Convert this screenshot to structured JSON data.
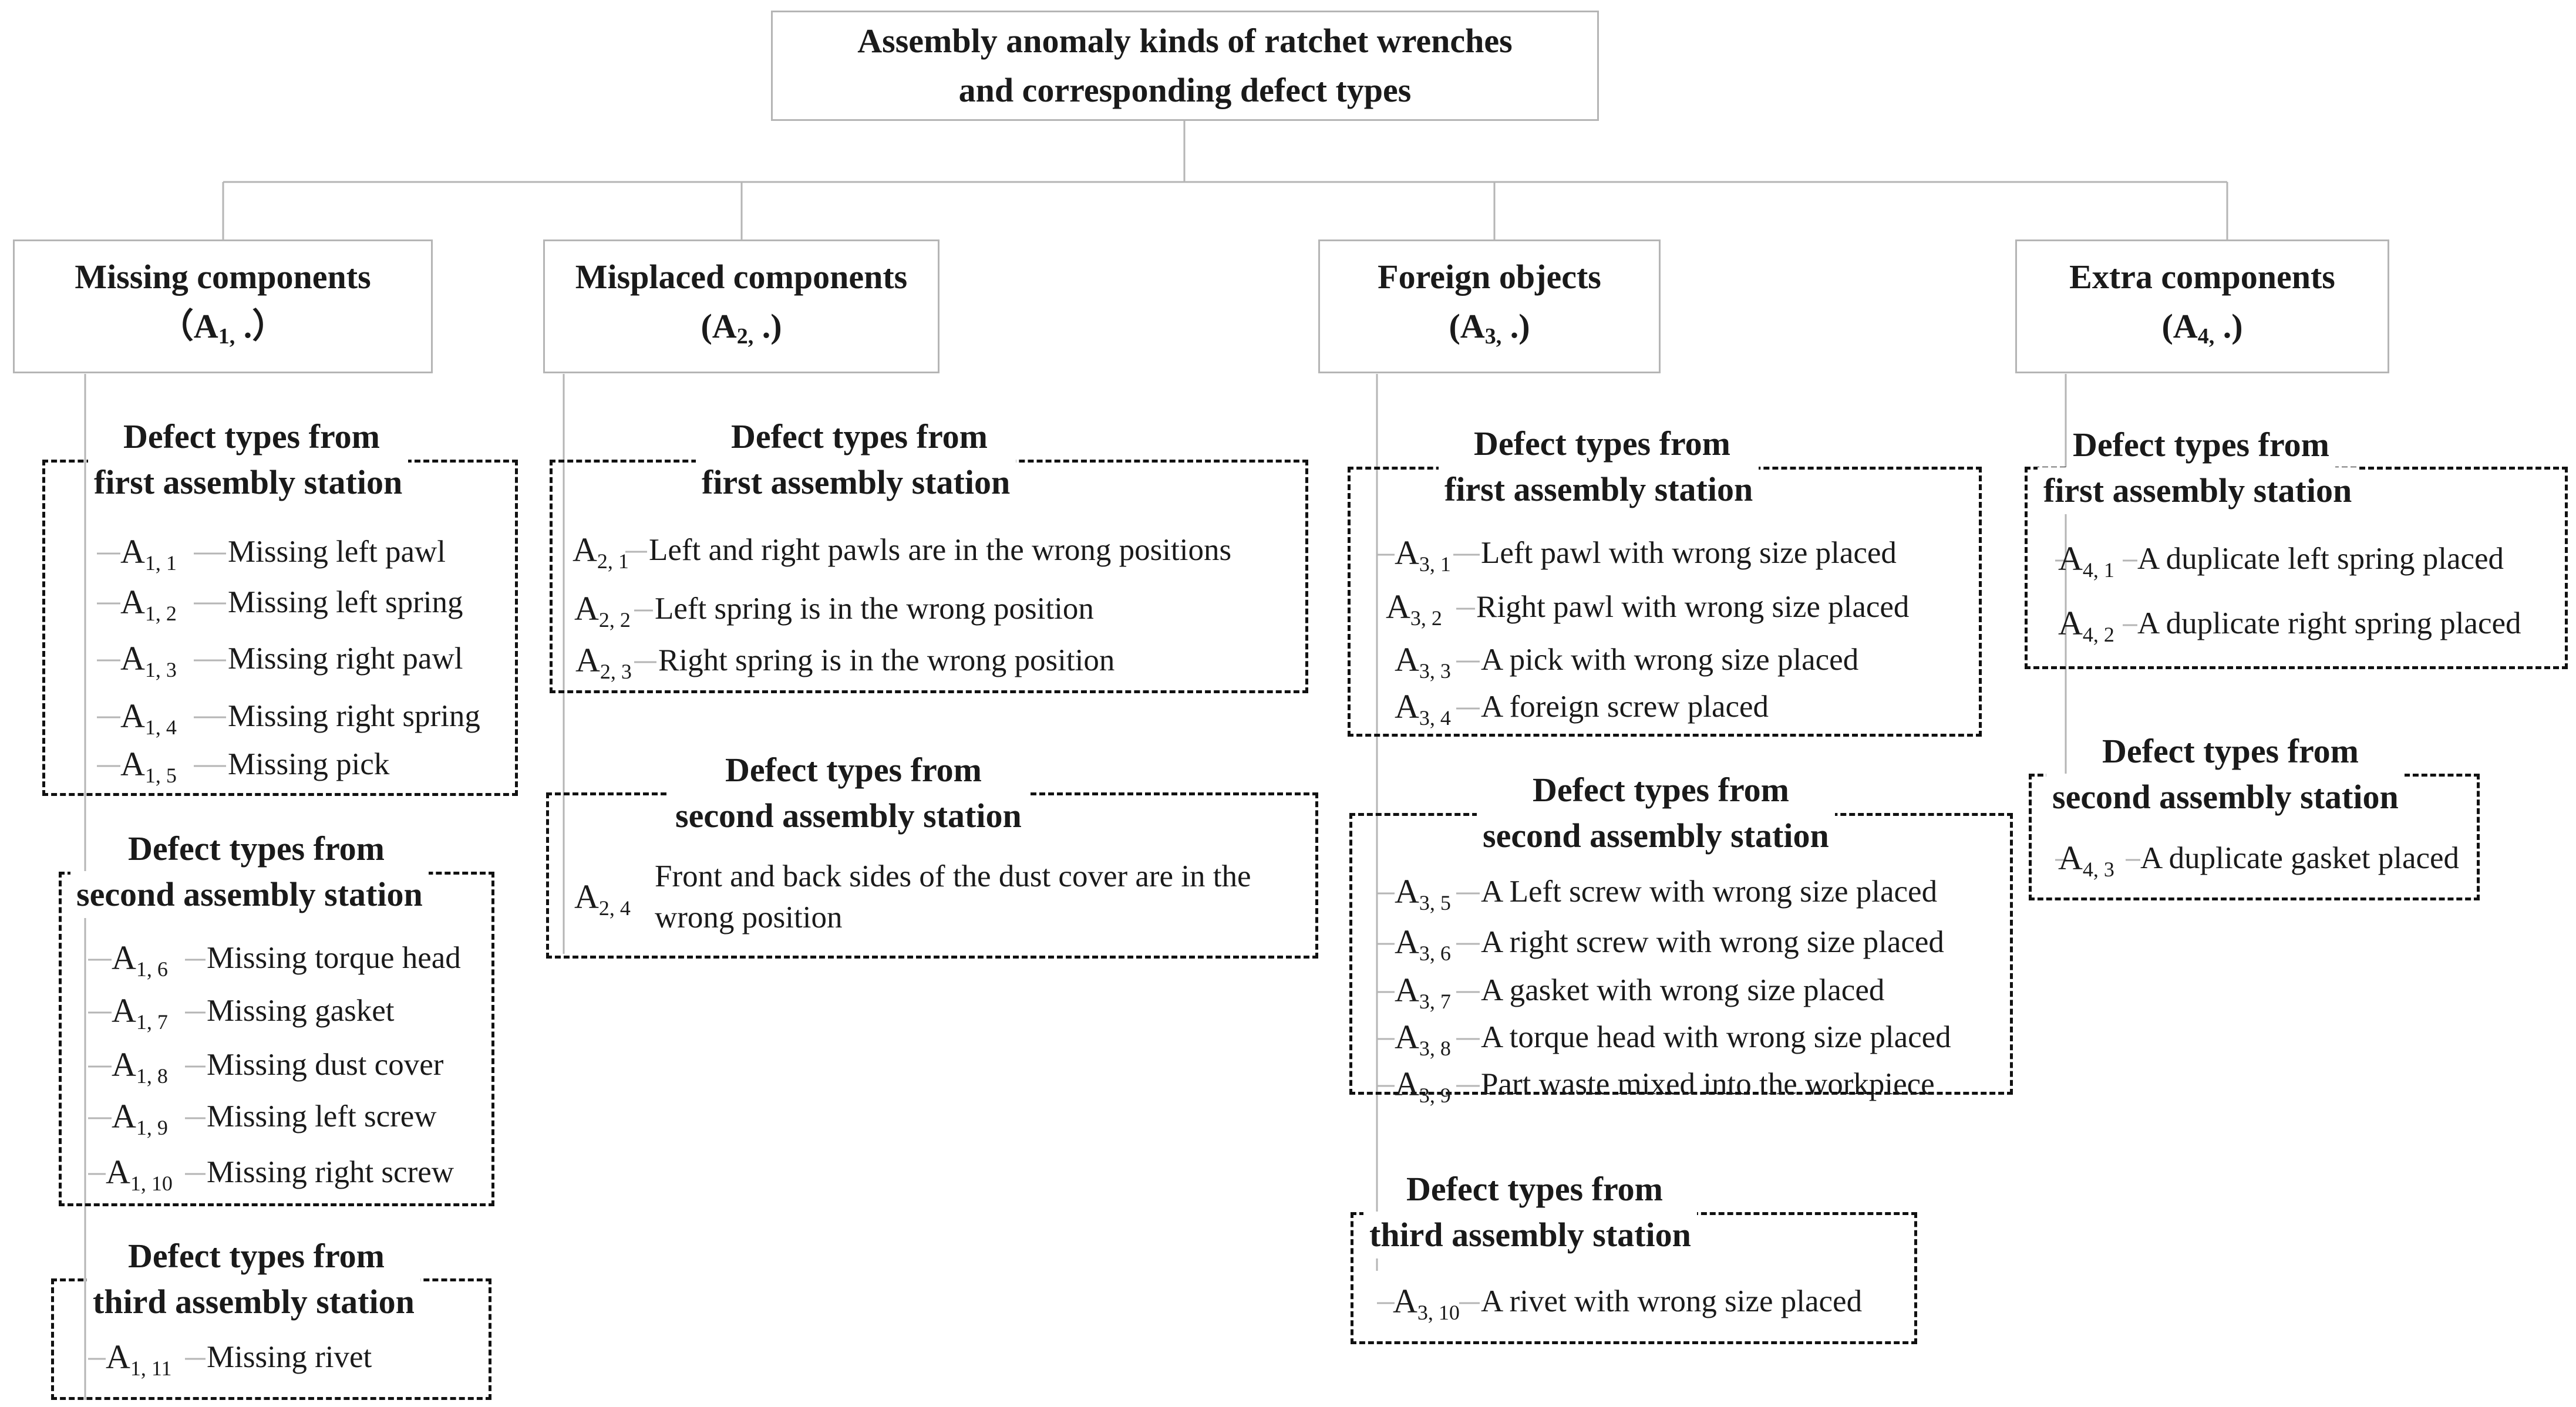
{
  "root": {
    "line1": "Assembly anomaly kinds of ratchet wrenches",
    "line2": "and corresponding defect types"
  },
  "categories": [
    {
      "name": "Missing components",
      "code_pre": "（A",
      "code_sub": "1,",
      "code_post": " .）"
    },
    {
      "name": "Misplaced components",
      "code_pre": "(A",
      "code_sub": "2,",
      "code_post": " .)"
    },
    {
      "name": "Foreign objects",
      "code_pre": "(A",
      "code_sub": "3,",
      "code_post": " .)"
    },
    {
      "name": "Extra components",
      "code_pre": "(A",
      "code_sub": "4,",
      "code_post": " .)"
    }
  ],
  "stations": [
    {
      "line1": "Defect types from",
      "line2": "first assembly station"
    },
    {
      "line1": "Defect types from",
      "line2": "second assembly station"
    },
    {
      "line1": "Defect types from",
      "line2": "third assembly station"
    }
  ],
  "defects": {
    "a1": [
      {
        "code": "A",
        "sub": "1, 1",
        "text": "Missing left pawl"
      },
      {
        "code": "A",
        "sub": "1, 2",
        "text": "Missing left spring"
      },
      {
        "code": "A",
        "sub": "1, 3",
        "text": "Missing right pawl"
      },
      {
        "code": "A",
        "sub": "1, 4",
        "text": "Missing right spring"
      },
      {
        "code": "A",
        "sub": "1, 5",
        "text": "Missing pick"
      },
      {
        "code": "A",
        "sub": "1, 6",
        "text": "Missing torque head"
      },
      {
        "code": "A",
        "sub": "1, 7",
        "text": "Missing gasket"
      },
      {
        "code": "A",
        "sub": "1, 8",
        "text": "Missing dust cover"
      },
      {
        "code": "A",
        "sub": "1, 9",
        "text": "Missing left screw"
      },
      {
        "code": "A",
        "sub": "1, 10",
        "text": "Missing right screw"
      },
      {
        "code": "A",
        "sub": "1, 11",
        "text": "Missing rivet"
      }
    ],
    "a2": [
      {
        "code": "A",
        "sub": "2, 1",
        "text": "Left and right pawls are in the wrong positions"
      },
      {
        "code": "A",
        "sub": "2, 2",
        "text": "Left spring is in the wrong position"
      },
      {
        "code": "A",
        "sub": "2, 3",
        "text": "Right spring is in the wrong position"
      },
      {
        "code": "A",
        "sub": "2, 4",
        "text": "Front and back sides of the dust cover are in the wrong position"
      }
    ],
    "a3": [
      {
        "code": "A",
        "sub": "3, 1",
        "text": "Left pawl with wrong size placed"
      },
      {
        "code": "A",
        "sub": "3, 2",
        "text": "Right pawl with wrong size placed"
      },
      {
        "code": "A",
        "sub": "3, 3",
        "text": "A pick with wrong size placed"
      },
      {
        "code": "A",
        "sub": "3, 4",
        "text": "A foreign screw placed"
      },
      {
        "code": "A",
        "sub": "3, 5",
        "text": "A Left screw with wrong size placed"
      },
      {
        "code": "A",
        "sub": "3, 6",
        "text": "A right screw with wrong size placed"
      },
      {
        "code": "A",
        "sub": "3, 7",
        "text": "A gasket with wrong size placed"
      },
      {
        "code": "A",
        "sub": "3, 8",
        "text": "A torque head with wrong size placed"
      },
      {
        "code": "A",
        "sub": "3, 9",
        "text": "Part waste mixed into the workpiece"
      },
      {
        "code": "A",
        "sub": "3, 10",
        "text": "A rivet with wrong size placed"
      }
    ],
    "a4": [
      {
        "code": "A",
        "sub": "4, 1",
        "text": "A duplicate left spring placed"
      },
      {
        "code": "A",
        "sub": "4, 2",
        "text": "A duplicate right spring placed"
      },
      {
        "code": "A",
        "sub": "4, 3",
        "text": "A duplicate gasket placed"
      }
    ]
  }
}
